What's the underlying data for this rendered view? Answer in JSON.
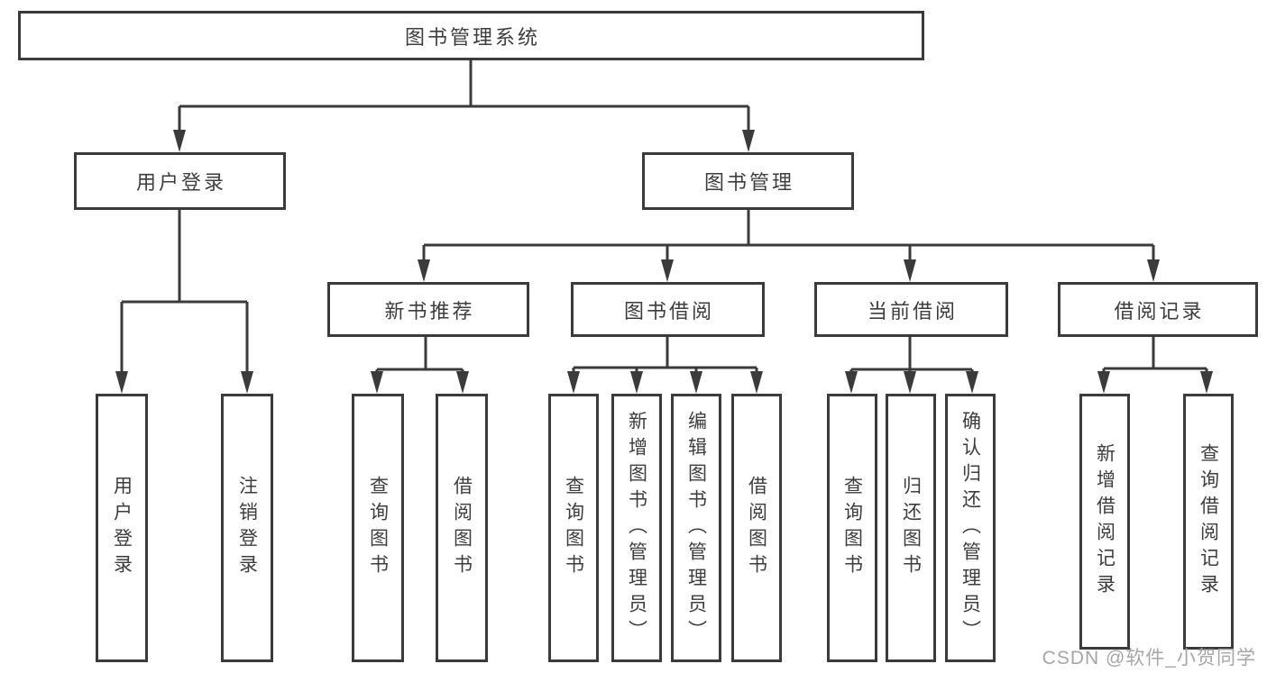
{
  "diagram": {
    "title": "图书管理系统",
    "colors": {
      "line": "#3b3b3b",
      "text": "#3d3d3d",
      "box_fill": "#ffffff",
      "background": "#ffffff",
      "watermark": "#a6a6a6"
    },
    "nodes": {
      "root": {
        "label": "图书管理系统"
      },
      "level2": [
        {
          "label": "用户登录",
          "children": [
            {
              "label": "用户登录"
            },
            {
              "label": "注销登录"
            }
          ]
        },
        {
          "label": "图书管理",
          "children": [
            {
              "label": "新书推荐",
              "children": [
                {
                  "label": "查询图书"
                },
                {
                  "label": "借阅图书"
                }
              ]
            },
            {
              "label": "图书借阅",
              "children": [
                {
                  "label": "查询图书"
                },
                {
                  "label": "新增图书（管理员）"
                },
                {
                  "label": "编辑图书（管理员）"
                },
                {
                  "label": "借阅图书"
                }
              ]
            },
            {
              "label": "当前借阅",
              "children": [
                {
                  "label": "查询图书"
                },
                {
                  "label": "归还图书"
                },
                {
                  "label": "确认归还（管理员）"
                }
              ]
            },
            {
              "label": "借阅记录",
              "children": [
                {
                  "label": "新增借阅记录"
                },
                {
                  "label": "查询借阅记录"
                }
              ]
            }
          ]
        }
      ]
    },
    "watermark": {
      "text": "CSDN @软件_小贺同学"
    }
  }
}
